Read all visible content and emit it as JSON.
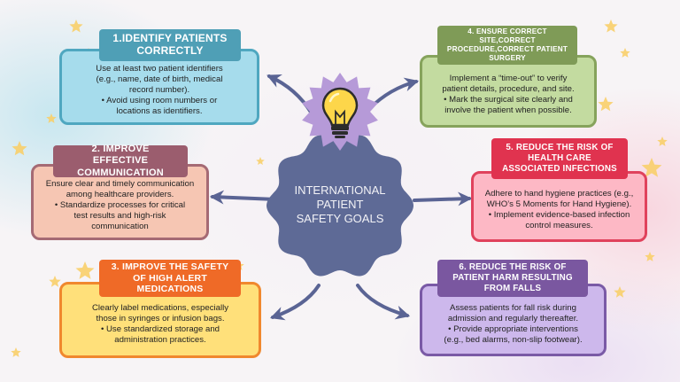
{
  "center": {
    "title_lines": [
      "INTERNATIONAL",
      "PATIENT",
      "SAFETY GOALS"
    ]
  },
  "goals": [
    {
      "title": "1.IDENTIFY PATIENTS CORRECTLY",
      "lines": [
        "Use at least two patient identifiers",
        "(e.g., name, date of birth, medical",
        "record number).",
        "• Avoid using room numbers or",
        "locations as identifiers."
      ]
    },
    {
      "title": "2. IMPROVE EFFECTIVE COMMUNICATION",
      "lines": [
        "Ensure clear and timely communication",
        "among healthcare providers.",
        "• Standardize processes for critical",
        "test results and high-risk",
        "communication"
      ]
    },
    {
      "title": "3. IMPROVE THE SAFETY OF HIGH ALERT MEDICATIONS",
      "lines": [
        "Clearly label medications, especially",
        "those in syringes or infusion bags.",
        "• Use standardized storage and",
        "administration practices."
      ]
    },
    {
      "title": "4. ENSURE CORRECT SITE,CORRECT PROCEDURE,CORRECT PATIENT SURGERY",
      "lines": [
        "Implement a “time-out” to verify",
        "patient details, procedure, and site.",
        "• Mark the surgical site clearly and",
        "involve the patient when possible."
      ]
    },
    {
      "title": "5. REDUCE  THE RISK OF HEALTH CARE ASSOCIATED INFECTIONS",
      "lines": [
        "Adhere to hand hygiene practices (e.g.,",
        "WHO’s 5 Moments for Hand Hygiene).",
        "• Implement evidence-based infection",
        "control measures."
      ]
    },
    {
      "title": "6. REDUCE THE RISK OF PATIENT HARM RESULTING FROM FALLS",
      "lines": [
        "Assess patients for fall risk during",
        "admission and regularly thereafter.",
        "• Provide appropriate interventions",
        "(e.g., bed alarms, non-slip footwear)."
      ]
    }
  ],
  "colors": {
    "center": "#5e6a96",
    "center_text": "#f2f2f6",
    "arrow": "#5a6494",
    "goal1_badge": "#4f9fb6",
    "goal1_card": "#a6dcec",
    "goal1_border": "#4fa7c0",
    "goal2_badge": "#9b5d6e",
    "goal2_card": "#f6c6b3",
    "goal2_border": "#a56a74",
    "goal3_badge": "#ef6a27",
    "goal3_card": "#ffe07a",
    "goal3_border": "#f0882e",
    "goal4_badge": "#7f9b57",
    "goal4_card": "#c3dba0",
    "goal4_border": "#86a35c",
    "goal5_badge": "#e0334f",
    "goal5_card": "#fdb8c5",
    "goal5_border": "#e0425c",
    "goal6_badge": "#7a57a0",
    "goal6_card": "#cdb8ec",
    "goal6_border": "#7a5aa6",
    "bulb_burst": "#b69ad8",
    "star": "#f8cf6a"
  },
  "icons": [
    "lightbulb-icon",
    "star-icon"
  ]
}
